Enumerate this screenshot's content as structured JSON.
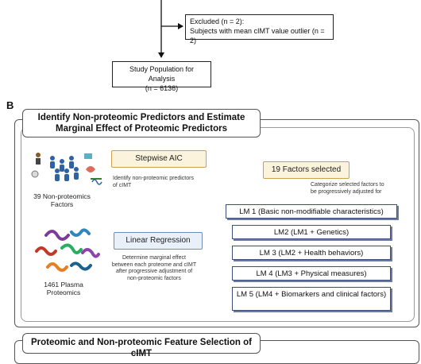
{
  "part_a": {
    "excluded_title": "Excluded (n = 2):",
    "excluded_detail": "Subjects with mean cIMT value outlier (n = 2)",
    "study_line1": "Study Population for Analysis",
    "study_line2": "(n = 6136)"
  },
  "section_b": {
    "letter": "B",
    "header_line1": "Identify Non-proteomic Predictors and Estimate",
    "header_line2": "Marginal Effect of Proteomic Predictors",
    "non_proteomics_caption_line1": "39 Non-proteomics",
    "non_proteomics_caption_line2": "Factors",
    "plasma_caption_line1": "1461 Plasma",
    "plasma_caption_line2": "Proteomics",
    "stepwise_label": "Stepwise AIC",
    "stepwise_note_line1": "Identify non-proteomic predictors",
    "stepwise_note_line2": "of cIMT",
    "factors_selected": "19 Factors selected",
    "categorize_note_line1": "Categorize selected factors to",
    "categorize_note_line2": "be progressively adjusted for",
    "linear_regression_label": "Linear Regression",
    "lr_note_line1": "Determine marginal effect",
    "lr_note_line2": "between each proteome and cIMT",
    "lr_note_line3": "after progressive adjustment of",
    "lr_note_line4": "non-proteomic factors",
    "lm_models": [
      "LM 1 (Basic non-modifiable characteristics)",
      "LM2 (LM1 + Genetics)",
      "LM 3 (LM2 + Health behaviors)",
      "LM 4 (LM3 + Physical measures)",
      "LM 5 (LM4 + Biomarkers and clinical factors)"
    ]
  },
  "section_c": {
    "header": "Proteomic and Non-proteomic Feature Selection of cIMT"
  },
  "colors": {
    "arrow_brown": "#a8702a",
    "arrow_navy": "#3c4f7a",
    "method_fill": "#fbf3dc",
    "method_border": "#c9a24f"
  }
}
